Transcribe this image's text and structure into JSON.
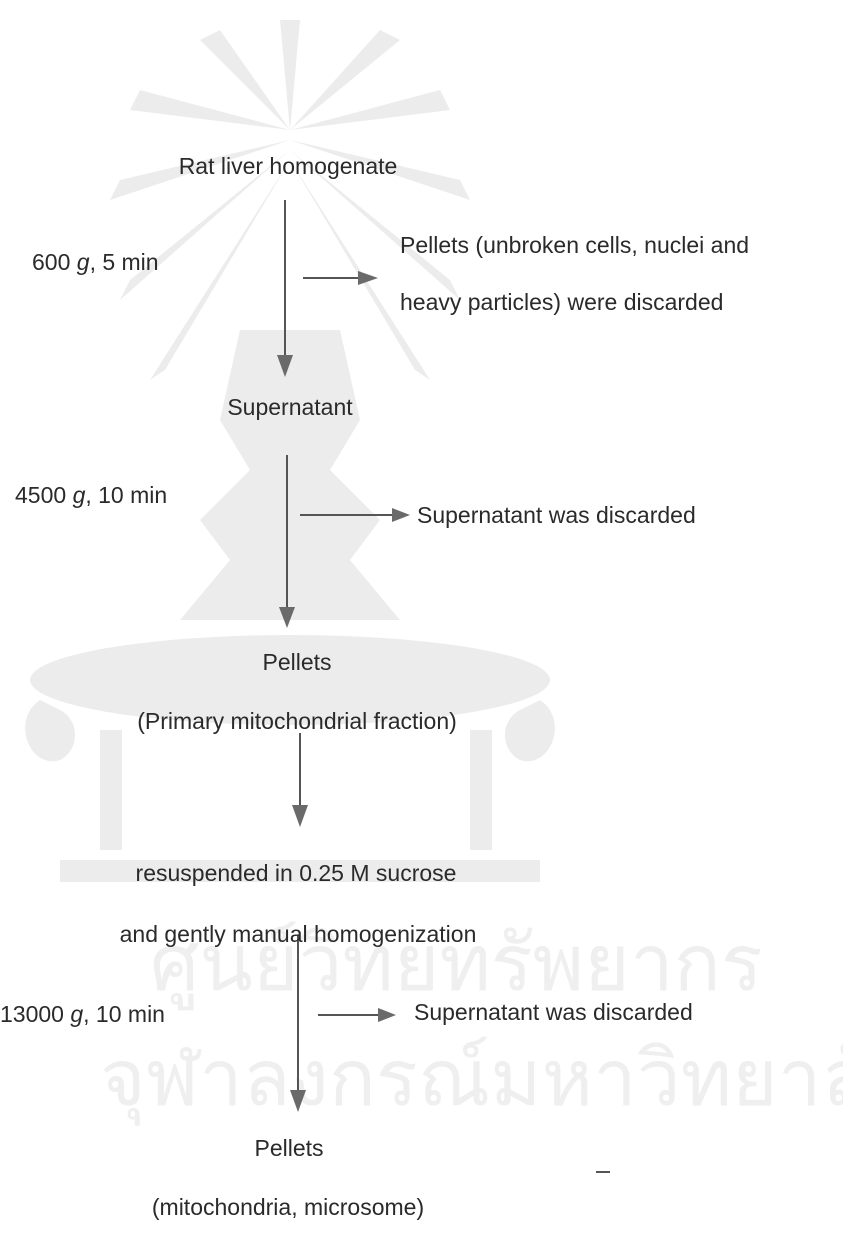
{
  "diagram": {
    "start": "Rat liver homogenate",
    "step1": {
      "speed": "600",
      "unit": "g",
      "time": ", 5 min",
      "discard_line1": "Pellets (unbroken cells, nuclei and",
      "discard_line2": "heavy particles) were discarded"
    },
    "intermediate1": "Supernatant",
    "step2": {
      "speed": "4500",
      "unit": "g",
      "time": ", 10 min",
      "discard": "Supernatant was discarded"
    },
    "intermediate2": {
      "line1": "Pellets",
      "line2": "(Primary mitochondrial fraction)"
    },
    "resuspend": {
      "line1": "resuspended in 0.25 M sucrose",
      "line2": "and gently manual homogenization"
    },
    "step3": {
      "speed": "13000",
      "unit": "g",
      "time": ", 10 min",
      "discard": "Supernatant was discarded"
    },
    "final": {
      "line1": "Pellets",
      "line2": "(mitochondria, microsome)"
    }
  },
  "colors": {
    "line": "#555555",
    "arrowhead": "#6a6a6a",
    "text": "#2a2a2a",
    "watermark": "#e9e9e9"
  }
}
